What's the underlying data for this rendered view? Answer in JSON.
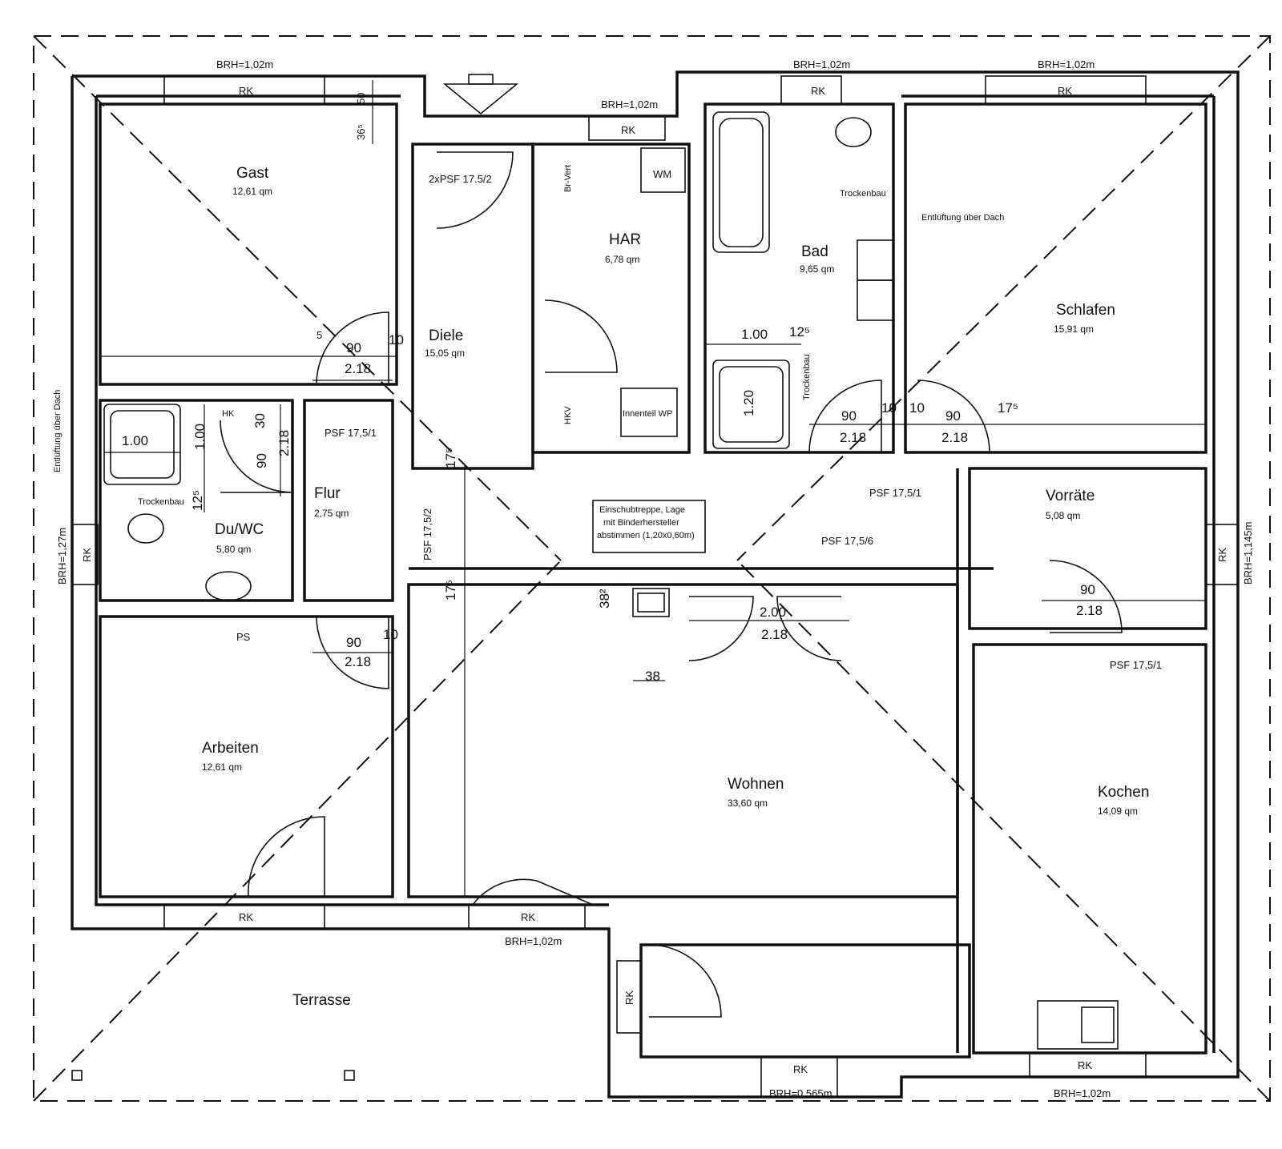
{
  "rooms": {
    "gast": {
      "name": "Gast",
      "area": "12,61 qm"
    },
    "diele": {
      "name": "Diele",
      "area": "15,05 qm"
    },
    "har": {
      "name": "HAR",
      "area": "6,78 qm"
    },
    "bad": {
      "name": "Bad",
      "area": "9,65 qm"
    },
    "schlafen": {
      "name": "Schlafen",
      "area": "15,91 qm"
    },
    "du_wc": {
      "name": "Du/WC",
      "area": "5,80 qm"
    },
    "flur": {
      "name": "Flur",
      "area": "2,75 qm"
    },
    "vorraete": {
      "name": "Vorräte",
      "area": "5,08 qm"
    },
    "arbeiten": {
      "name": "Arbeiten",
      "area": "12,61 qm"
    },
    "wohnen": {
      "name": "Wohnen",
      "area": "33,60 qm"
    },
    "kochen": {
      "name": "Kochen",
      "area": "14,09 qm"
    },
    "terrasse": {
      "name": "Terrasse"
    }
  },
  "labels": {
    "brh_102": "BRH=1,02m",
    "brh_127": "BRH=1,27m",
    "brh_1145": "BRH=1,145m",
    "brh_0565": "BRH=0,565m",
    "rk": "RK",
    "psf_2x": "2xPSF 17.5/2",
    "psf_1": "PSF 17,5/1",
    "psf_6": "PSF 17,5/6",
    "psf_v": "PSF 17,5/2",
    "ps": "PS",
    "wm": "WM",
    "br_verl": "Br-Vert",
    "hkv": "HKV",
    "hk": "HK",
    "innen_wp": "Innenteil WP",
    "trockenbau": "Trockenbau",
    "entluftung": "Entlüftung über Dach",
    "einschub_1": "Einschubtreppe, Lage",
    "einschub_2": "mit Binderhersteller",
    "einschub_3": "abstimmen (1,20x0,60m)"
  },
  "dims": {
    "d90": "90",
    "d218": "2.18",
    "d10": "10",
    "d100": "1.00",
    "d120": "1.20",
    "d125": "12⁵",
    "d30": "30",
    "d200": "2.00",
    "d38": "38",
    "d382": "38²",
    "d175": "17⁵",
    "d5": "5",
    "d50": "50",
    "d365": "36⁵",
    "d125b": "12⁵"
  }
}
